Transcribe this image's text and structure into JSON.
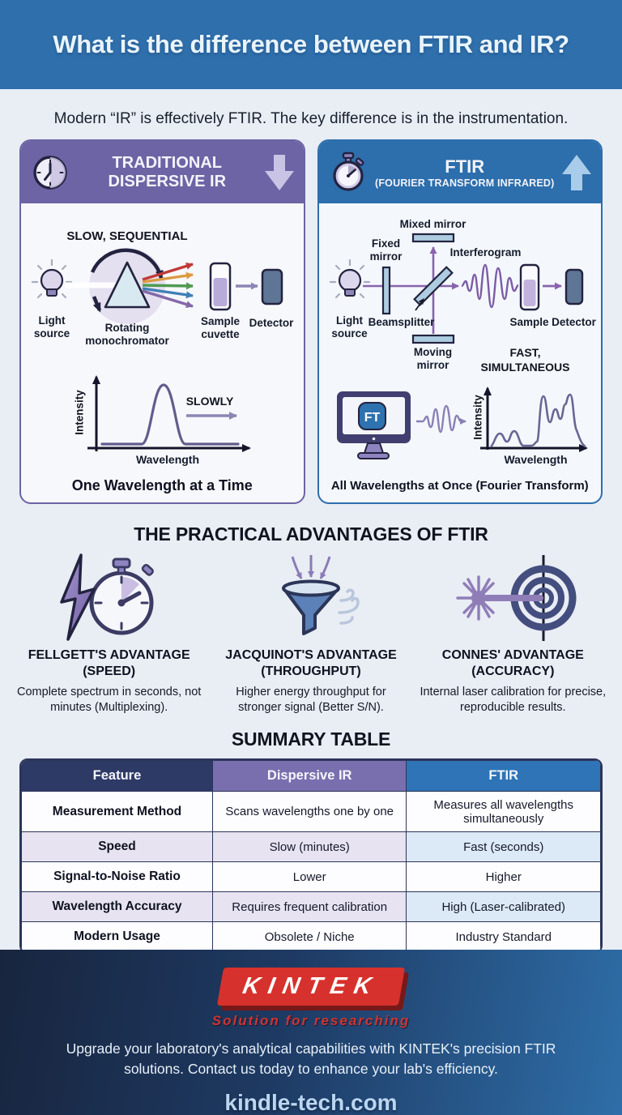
{
  "colors": {
    "page_bg": "#E9EDF4",
    "banner_blue": "#2E6FAC",
    "panel_purple": "#6C64A5",
    "panel_blue": "#2D6EAC",
    "table_navy": "#2E3A66",
    "table_purple": "#7A6FAE",
    "table_blue": "#2E74B6",
    "footer_dark": "#18253E",
    "footer_blue": "#2E6EA8",
    "brand_red": "#D7312D",
    "website_blue": "#BBD6F1",
    "diagram_purple": "#8A63AD",
    "spectrum_rays": [
      "#C23B38",
      "#DD9A3F",
      "#4F9B51",
      "#3F7FB5",
      "#8468A8"
    ]
  },
  "header": {
    "title": "What is the difference between FTIR and IR?"
  },
  "intro": {
    "text": "Modern “IR” is effectively FTIR. The key difference is in the instrumentation."
  },
  "dispersive_panel": {
    "title_line1": "TRADITIONAL",
    "title_line2": "DISPERSIVE IR",
    "flow_label": "SLOW, SEQUENTIAL",
    "light_source": "Light source",
    "monochromator": "Rotating monochromator",
    "sample": "Sample cuvette",
    "detector": "Detector",
    "graph": {
      "ylabel": "Intensity",
      "xlabel": "Wavelength",
      "annotation": "SLOWLY"
    },
    "caption": "One Wavelength at a Time"
  },
  "ftir_panel": {
    "title": "FTIR",
    "subtitle": "(FOURIER TRANSFORM INFRARED)",
    "mixed_mirror": "Mixed mirror",
    "fixed_mirror": "Fixed mirror",
    "interferogram": "Interferogram",
    "light_source": "Light source",
    "beamsplitter": "Beamsplitter",
    "sample": "Sample",
    "detector": "Detector",
    "moving_mirror": "Moving mirror",
    "flow_label": "FAST, SIMULTANEOUS",
    "ft_monitor": "FT",
    "graph": {
      "ylabel": "Intensity",
      "xlabel": "Wavelength"
    },
    "caption": "All Wavelengths at Once (Fourier Transform)"
  },
  "advantages": {
    "heading": "THE PRACTICAL ADVANTAGES OF FTIR",
    "items": [
      {
        "icon": "lightning-stopwatch-icon",
        "name": "FELLGETT'S ADVANTAGE",
        "qualifier": "(SPEED)",
        "description": "Complete spectrum in seconds, not minutes (Multiplexing)."
      },
      {
        "icon": "funnel-icon",
        "name": "JACQUINOT'S ADVANTAGE",
        "qualifier": "(THROUGHPUT)",
        "description": "Higher energy throughput for stronger signal (Better S/N)."
      },
      {
        "icon": "laser-target-icon",
        "name": "CONNES' ADVANTAGE",
        "qualifier": "(ACCURACY)",
        "description": "Internal laser calibration for precise, reproducible results."
      }
    ]
  },
  "summary_table": {
    "heading": "SUMMARY TABLE",
    "columns": [
      "Feature",
      "Dispersive IR",
      "FTIR"
    ],
    "rows": [
      {
        "feature": "Measurement Method",
        "dispersive": "Scans wavelengths one by one",
        "ftir": "Measures all wavelengths simultaneously"
      },
      {
        "feature": "Speed",
        "dispersive": "Slow (minutes)",
        "ftir": "Fast (seconds)"
      },
      {
        "feature": "Signal-to-Noise Ratio",
        "dispersive": "Lower",
        "ftir": "Higher"
      },
      {
        "feature": "Wavelength Accuracy",
        "dispersive": "Requires frequent calibration",
        "ftir": "High (Laser-calibrated)"
      },
      {
        "feature": "Modern Usage",
        "dispersive": "Obsolete / Niche",
        "ftir": "Industry Standard"
      }
    ]
  },
  "footer": {
    "brand": "KINTEK",
    "tagline": "Solution for researching",
    "message": "Upgrade your laboratory's analytical capabilities with KINTEK's precision FTIR solutions. Contact us today to enhance your lab's efficiency.",
    "website": "kindle-tech.com"
  }
}
